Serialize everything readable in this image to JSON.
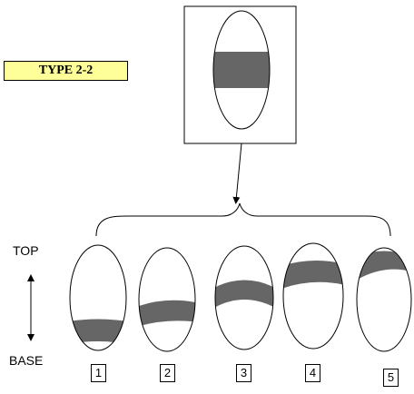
{
  "type_label": "TYPE 2-2",
  "axis": {
    "top_label": "TOP",
    "base_label": "BASE"
  },
  "options": [
    {
      "number": "1"
    },
    {
      "number": "2"
    },
    {
      "number": "3"
    },
    {
      "number": "4"
    },
    {
      "number": "5"
    }
  ],
  "colors": {
    "band_fill": "#666666",
    "outline": "#000000",
    "label_background": "#ffff99"
  }
}
